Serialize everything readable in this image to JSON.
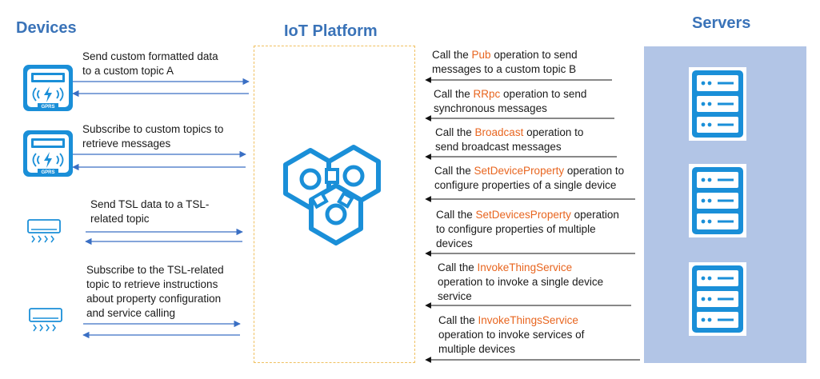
{
  "titles": {
    "devices": "Devices",
    "platform": "IoT Platform",
    "servers": "Servers"
  },
  "device_flows": [
    {
      "line1": "Send custom formatted data",
      "line2": "to a custom topic A",
      "line3": "",
      "line4": "",
      "icon": "gprs-device-icon"
    },
    {
      "line1": "Subscribe to custom topics to",
      "line2": "retrieve messages",
      "line3": "",
      "line4": "",
      "icon": "gprs-device-icon"
    },
    {
      "line1": "Send TSL data to a TSL-",
      "line2": "related topic",
      "line3": "",
      "line4": "",
      "icon": "air-conditioner-icon"
    },
    {
      "line1": "Subscribe to the TSL-related",
      "line2": "topic to retrieve instructions",
      "line3": "about property configuration",
      "line4": "and service calling",
      "icon": "air-conditioner-icon"
    }
  ],
  "server_calls": [
    {
      "pre": "Call the ",
      "op": "Pub",
      "post": " operation to send",
      "line2": "messages to a custom topic B",
      "line3": ""
    },
    {
      "pre": "Call the ",
      "op": "RRpc",
      "post": " operation to send",
      "line2": "synchronous messages",
      "line3": ""
    },
    {
      "pre": "Call the ",
      "op": "Broadcast",
      "post": " operation to",
      "line2": "send broadcast messages",
      "line3": ""
    },
    {
      "pre": "Call the ",
      "op": "SetDeviceProperty",
      "post": " operation to",
      "line2": "configure properties of a single device",
      "line3": ""
    },
    {
      "pre": "Call the ",
      "op": "SetDevicesProperty",
      "post": " operation",
      "line2": "to configure properties of multiple",
      "line3": "devices"
    },
    {
      "pre": "Call the ",
      "op": "InvokeThingService",
      "post": "",
      "line2": "operation to invoke a single device",
      "line3": "service"
    },
    {
      "pre": "Call the ",
      "op": "InvokeThingsService",
      "post": "",
      "line2": "operation to invoke services of",
      "line3": "multiple devices"
    }
  ],
  "gprs_label": "GPRS",
  "icons": {
    "platform": "iot-hexagon-icon",
    "server": "server-rack-icon"
  },
  "colors": {
    "accent": "#1a8fd8",
    "title": "#3a73b8",
    "arrow": "#3a6fc4",
    "highlight": "#e8651f",
    "server_panel": "#b2c5e6"
  }
}
